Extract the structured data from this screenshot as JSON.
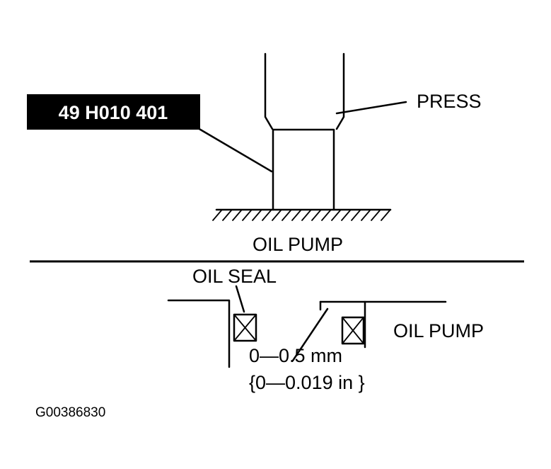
{
  "labels": {
    "tool_number": "49 H010 401",
    "press": "PRESS",
    "oil_pump_top": "OIL PUMP",
    "oil_seal": "OIL SEAL",
    "oil_pump_bottom": "OIL PUMP",
    "depth_mm": "0—0.5 mm",
    "depth_in": "{0—0.019 in }",
    "figure_id": "G00386830"
  },
  "colors": {
    "ink": "#000000",
    "paper": "#ffffff"
  }
}
